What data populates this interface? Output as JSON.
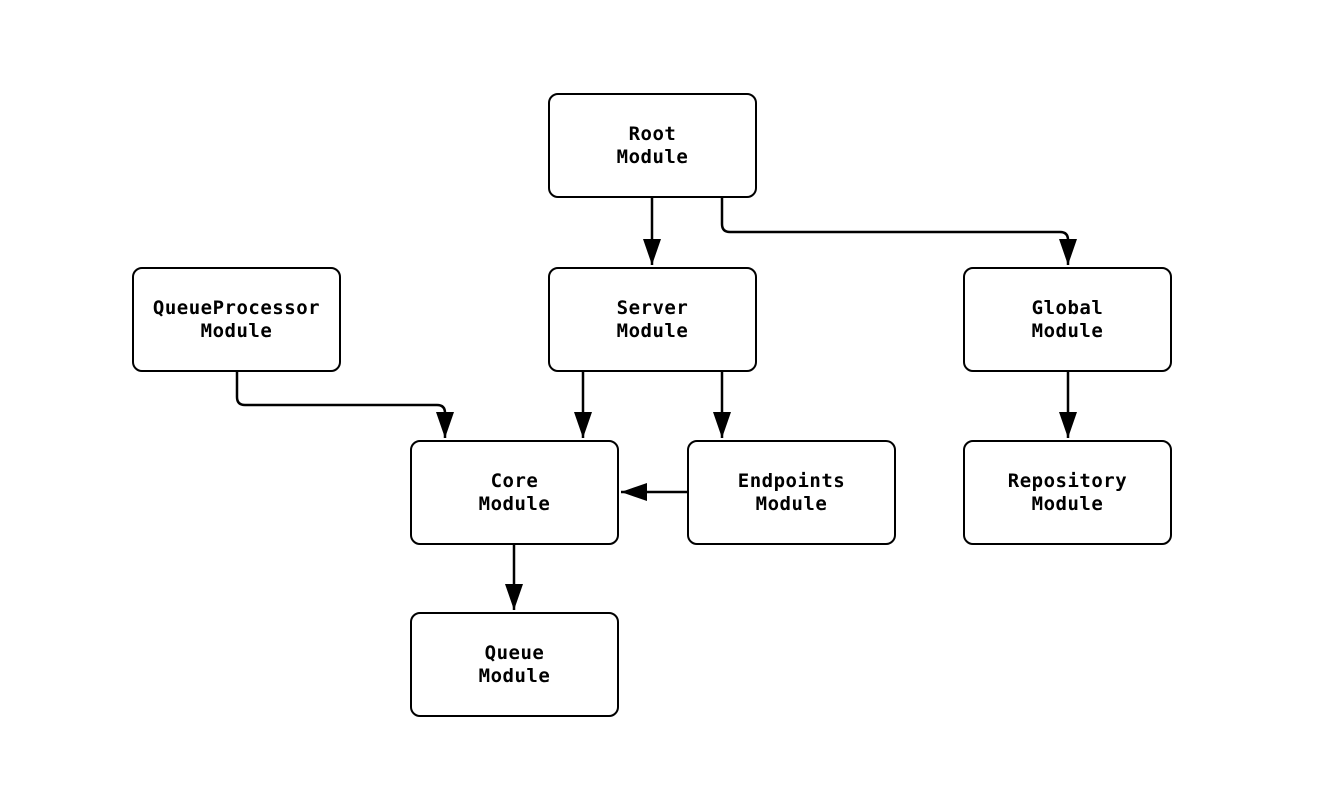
{
  "diagram": {
    "type": "dependency-graph",
    "background_color": "#ffffff",
    "node_fill_color": "#ffffff",
    "stroke_color": "#000000",
    "text_color": "#000000",
    "nodes": [
      {
        "id": "root",
        "label": [
          "Root",
          "Module"
        ]
      },
      {
        "id": "queueprocessor",
        "label": [
          "QueueProcessor",
          "Module"
        ]
      },
      {
        "id": "server",
        "label": [
          "Server",
          "Module"
        ]
      },
      {
        "id": "global",
        "label": [
          "Global",
          "Module"
        ]
      },
      {
        "id": "core",
        "label": [
          "Core",
          "Module"
        ]
      },
      {
        "id": "endpoints",
        "label": [
          "Endpoints",
          "Module"
        ]
      },
      {
        "id": "repository",
        "label": [
          "Repository",
          "Module"
        ]
      },
      {
        "id": "queue",
        "label": [
          "Queue",
          "Module"
        ]
      }
    ],
    "edges": [
      {
        "from": "root",
        "to": "server"
      },
      {
        "from": "root",
        "to": "global"
      },
      {
        "from": "queueprocessor",
        "to": "core"
      },
      {
        "from": "server",
        "to": "core"
      },
      {
        "from": "server",
        "to": "endpoints"
      },
      {
        "from": "endpoints",
        "to": "core"
      },
      {
        "from": "core",
        "to": "queue"
      },
      {
        "from": "global",
        "to": "repository"
      }
    ]
  }
}
